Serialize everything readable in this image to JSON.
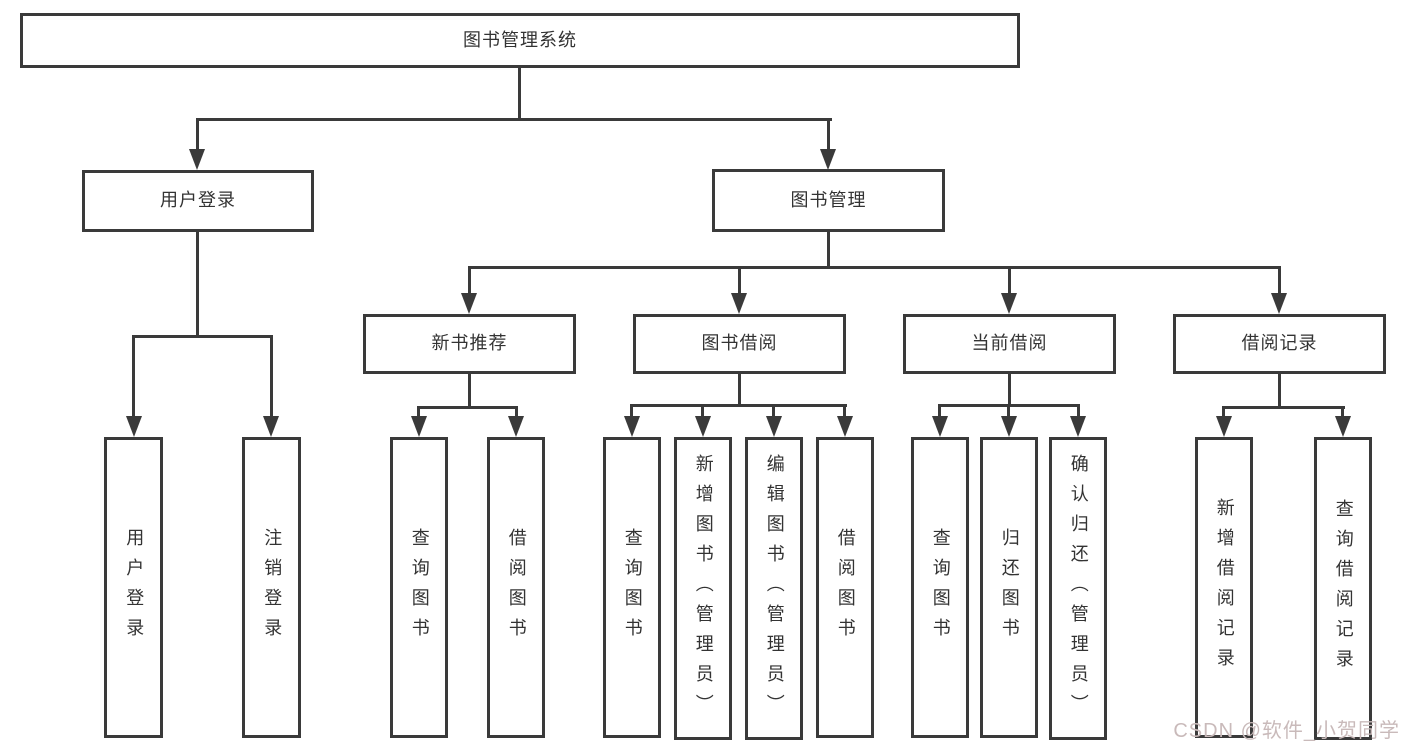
{
  "colors": {
    "line": "#3a3a3a",
    "text": "#333333",
    "watermark": "#c9baba",
    "background": "#ffffff"
  },
  "watermark": "CSDN @软件_小贺同学",
  "tree": {
    "root": "图书管理系统",
    "branches": [
      {
        "label": "用户登录",
        "children": [
          "用户登录",
          "注销登录"
        ]
      },
      {
        "label": "图书管理",
        "groups": [
          {
            "label": "新书推荐",
            "children": [
              "查询图书",
              "借阅图书"
            ]
          },
          {
            "label": "图书借阅",
            "children": [
              "查询图书",
              "新增图书（管理员）",
              "编辑图书（管理员）",
              "借阅图书"
            ]
          },
          {
            "label": "当前借阅",
            "children": [
              "查询图书",
              "归还图书",
              "确认归还（管理员）"
            ]
          },
          {
            "label": "借阅记录",
            "children": [
              "新增借阅记录",
              "查询借阅记录"
            ]
          }
        ]
      }
    ]
  }
}
